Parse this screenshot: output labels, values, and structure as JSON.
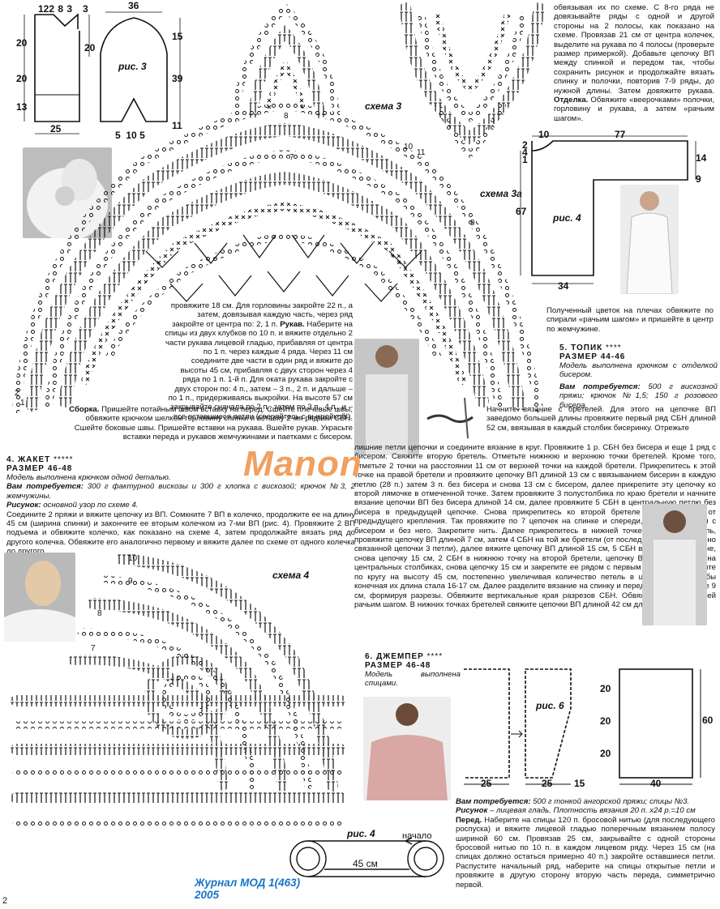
{
  "page_number": "2",
  "watermark": "Manon",
  "journal_line1": "Журнал МОД 1(463)",
  "journal_line2": "2005",
  "schema3_label": "схема 3",
  "schema3a_label": "схема 3а",
  "schema4_label": "схема 4",
  "fig3": {
    "label": "рис. 3",
    "top_dims": [
      "12",
      "2",
      "8",
      "3",
      "3"
    ],
    "left_dims": [
      "20",
      "20",
      "13"
    ],
    "right_dims": [
      "20"
    ],
    "bottom": "25",
    "sleeve_top": "36",
    "sleeve_right": [
      "15",
      "39",
      "11"
    ],
    "sleeve_bottom": [
      "5",
      "10",
      "5"
    ]
  },
  "fig4_top": {
    "label": "рис. 4",
    "top": [
      "10",
      "77"
    ],
    "left": [
      "2",
      "4",
      "1"
    ],
    "right": [
      "14",
      "9"
    ],
    "left_side": "67",
    "bottom": "34"
  },
  "fig6": {
    "label": "рис. 6",
    "left_b": "25",
    "mid_b": [
      "25",
      "15"
    ],
    "right_b": "40",
    "dims": [
      "20",
      "20",
      "20"
    ],
    "right_h": "60"
  },
  "fig4_bottom": {
    "label": "рис. 4",
    "start": "начало",
    "length": "45 см"
  },
  "schema3_numbers": [
    "8",
    "7",
    "10",
    "11",
    "9",
    "2",
    "1"
  ],
  "schema4_numbers": [
    "10",
    "9",
    "8",
    "7"
  ],
  "text_top_right": "обвязывая их по схеме. С 8-го ряда не довязывайте ряды с одной и другой стороны на 2 полосы, как показано на схеме. Провязав 21 см от центра колечек, выделите на рукава по 4 полосы (проверьте размер примеркой). Добавьте цепочку ВП между спинкой и передом так, чтобы сохранить рисунок и продолжайте вязать спинку и полочки, повторив 7-9 ряды, до нужной длины. Затем довяжите рукава.",
  "otdelka_label": "Отделка.",
  "otdelka_text": " Обвяжите «веерочками» полочки, горловину и рукава, а затем «рачьим шагом».",
  "flower_text": "Полученный цветок на плечах обвяжите по спирали «рачьим шагом» и пришейте в центр по жемчужине.",
  "mid_text_1": "провяжите 18 см. Для горловины закройте 22 п., а затем, довязывая каждую часть, через ряд закройте от центра по: 2, 1 п.",
  "rukav_label": "Рукав.",
  "rukav_text": " Наберите на спицы из двух клубков по 10 п. и вяжите отдельно 2 части рукава лицевой гладью, прибавляя от центра по 1 п. через каждые 4 ряда. Через 11 см соедините две части в один ряд и вяжите до высоты 45 см, прибавляя с двух сторон через 4 ряда по 1 п. 1-й п. Для оката рукава закройте с двух сторон по: 4 п., затем – 3 п., 2 п. и дальше – по 1 п., придерживаясь выкройки. На высоте 57 см закрывайте сначала по 2 п., затем по 3 п., 4 п., и – все оставшиеся петли (сверяйтесь с выкройкой!).",
  "sborka_label": "Сборка.",
  "sborka_text": " Пришейте потайным швом вставку на перед. Сшейте плечевые швы, обвяжите крючком шелком горловину спинки и вставку 2-мя рядами СБН. Сшейте боковые швы. Пришейте вставки на рукава. Вшейте рукав. Украсьте вставки переда и рукавов жемчужинами и паетками с бисером.",
  "sec5": {
    "num": "5.",
    "title": "ТОПИК",
    "stars": "****",
    "size_label": "РАЗМЕР",
    "size": "44-46",
    "model": "Модель выполнена крючком с отделкой бисером.",
    "need_label": "Вам потребуется:",
    "need": " 500 г вискозной пряжи; крючок №1,5; 150 г розового бисера.",
    "text_a": "Начните вязание с бретелей. Для этого на цепочке ВП заведомо большей длины провяжите первый ряд СБН длиной 52 см, ввязывая в каждый столбик бисеринку. Отрежьте",
    "text_b": "лишние петли цепочки и соедините вязание в круг. Провяжите 1 р. СБН без бисера и еще 1 ряд с бисером. Свяжите вторую бретель. Отметьте нижнюю и верхнюю точки бретелей. Кроме того, отметьте 2 точки на расстоянии 11 см от верхней точки на каждой бретели. Прикрепитесь к этой точке на правой бретели и провяжите цепочку ВП длиной 13 см с ввязыванием бисерин в каждую петлю (28 п.) затем 3 п. без бисера и снова 13 см с бисером, далее прикрепите эту цепочку ко второй лямочке в отмеченной точке. Затем провяжите 3 полустолбика по краю бретели и начните вязание цепочки ВП без бисера длиной 14 см, далее провяжите 5 СБН в центральную петлю без бисера в предыдущей цепочке. Снова прикрепитесь ко второй бретеле через 3 петли от предыдущего крепления. Так провяжите по 7 цепочек на спинке и спереди, чередуя цепочки с бисером и без него. Закрепите нить. Далее прикрепитесь в нижней точке одной из бретель, провяжите цепочку ВП длиной 7 см, затем 4 СБН на той же бретели (от последней предварительно связанной цепочки 3 петли), далее вяжите цепочку ВП длиной 15 см, 5 СБН в 5 СБН посередине, снова цепочку 15 см, 2 СБН в нижнюю точку на второй бретели, цепочку ВП 15 см, 5 СБН на центральных столбиках, снова цепочку 15 см и закрепите ее рядом с первым СБН. Далее вяжите по кругу на высоту 45 см, постепенно увеличивая количество петель в цепочках, так чтобы конечная их длина стала 16-17 см. Далее разделите вязание на спинку и перед и провяжите еще 9 см, формируя разрезы. Обвяжите вертикальные края разрезов СБН. Обвяжите края бретелей рачьим шагом. В нижних точках бретелей свяжите цепочки ВП длиной 42 см для рук."
  },
  "sec4": {
    "num": "4.",
    "title": "ЖАКЕТ",
    "stars": "*****",
    "size_label": "РАЗМЕР",
    "size": "46-48",
    "model": "Модель выполнена крючком одной деталью.",
    "need_label": "Вам потребуется:",
    "need": " 300 г фактурной вискозы и 300 г хлопка с вискозой; крючок №3, 2 жемчужины.",
    "pattern_label": "Рисунок:",
    "pattern": " основной узор по схеме 4.",
    "text": "Соедините 2 пряжи и вяжите цепочку из ВП. Сомкните 7 ВП в колечко, продолжите ее на длину 45 см (ширина спинки) и закончите ее вторым колечком из 7-ми ВП (рис. 4). Провяжите 2 ВП подъема и обвяжите колечко, как показано на схеме 4, затем продолжайте вязать ряд до другого колечка. Обвяжите его аналогично первому и вяжите далее по схеме от одного колечка до другого,"
  },
  "sec6": {
    "num": "6.",
    "title": "ДЖЕМПЕР",
    "stars": "****",
    "size_label": "РАЗМЕР",
    "size": "46-48",
    "model": "Модель выполнена спицами.",
    "need_label": "Вам потребуется:",
    "need": " 500 г тонкой ангорской пряжи; спицы №3.",
    "pattern_label": "Рисунок",
    "pattern": " – лицевая гладь. Плотность вязания 20 п. х24 р.=10 см",
    "front_label": "Перед.",
    "front": " Наберите на спицы 120 п. бросовой нитью (для последующего роспуска) и вяжите лицевой гладью поперечным вязанием полосу шириной 60 см. Провязав 25 см, закрывайте с одной стороны бросовой нитью по 10 п. в каждом лицевом ряду. Через 15 см (на спицах должно остаться примерно 40 п.) закройте оставшиеся петли. Распустите начальный ряд, наберите на спицы открытые петли и провяжите в другую сторону вторую часть переда, симметрично первой."
  }
}
